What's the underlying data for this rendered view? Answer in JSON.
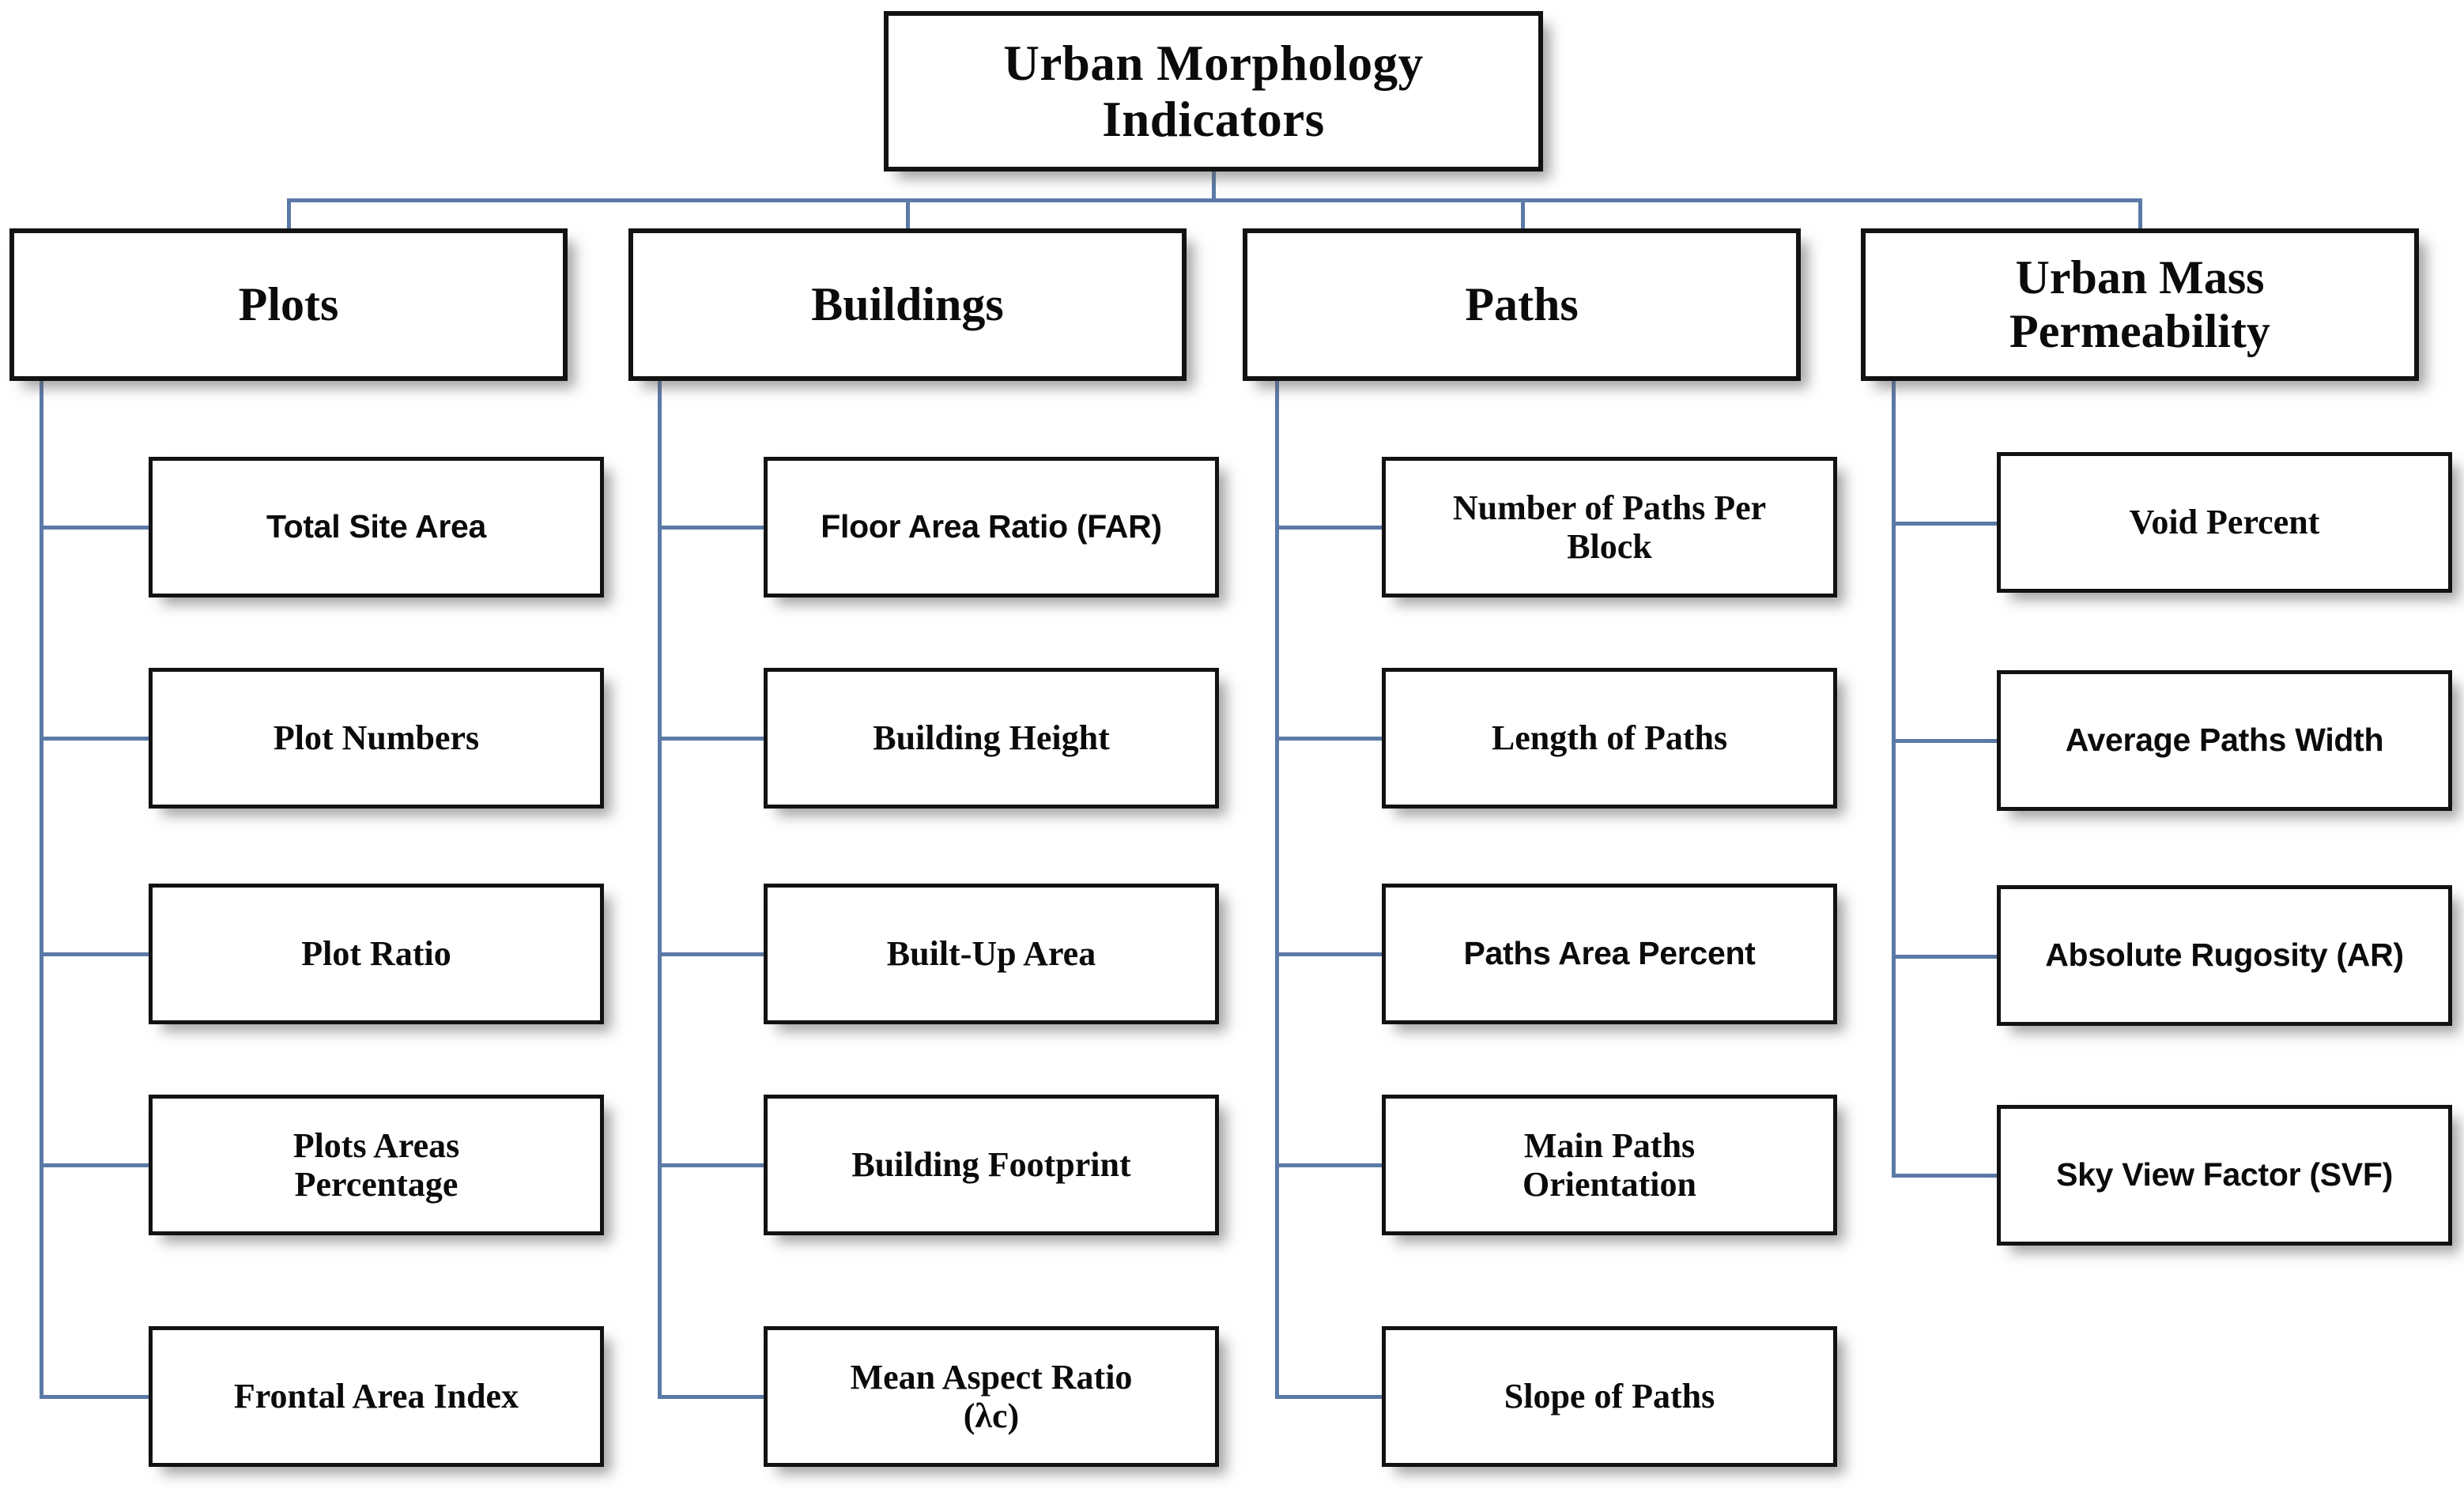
{
  "diagram": {
    "type": "hierarchy-tree",
    "title": "Urban Morphology Indicators",
    "connector_color": "#5b7aa8",
    "box_border_color": "#121212",
    "background_color": "#ffffff",
    "root": {
      "label": "Urban Morphology\nIndicators"
    },
    "categories": [
      {
        "label": "Plots",
        "items": [
          {
            "label": "Total Site Area"
          },
          {
            "label": "Plot Numbers"
          },
          {
            "label": "Plot Ratio"
          },
          {
            "label": "Plots Areas\nPercentage"
          },
          {
            "label": "Frontal Area  Index"
          }
        ]
      },
      {
        "label": "Buildings",
        "items": [
          {
            "label": "Floor Area Ratio (FAR)"
          },
          {
            "label": "Building  Height"
          },
          {
            "label": "Built-Up Area"
          },
          {
            "label": "Building  Footprint"
          },
          {
            "label": "Mean Aspect Ratio\n(λc)"
          }
        ]
      },
      {
        "label": "Paths",
        "items": [
          {
            "label": "Number of Paths Per\nBlock"
          },
          {
            "label": "Length of Paths"
          },
          {
            "label": "Paths Area Percent"
          },
          {
            "label": "Main Paths\nOrientation"
          },
          {
            "label": "Slope of Paths"
          }
        ]
      },
      {
        "label": "Urban Mass\nPermeability",
        "items": [
          {
            "label": "Void Percent"
          },
          {
            "label": "Average Paths Width"
          },
          {
            "label": "Absolute Rugosity (AR)"
          },
          {
            "label": "Sky View Factor (SVF)"
          }
        ]
      }
    ]
  }
}
